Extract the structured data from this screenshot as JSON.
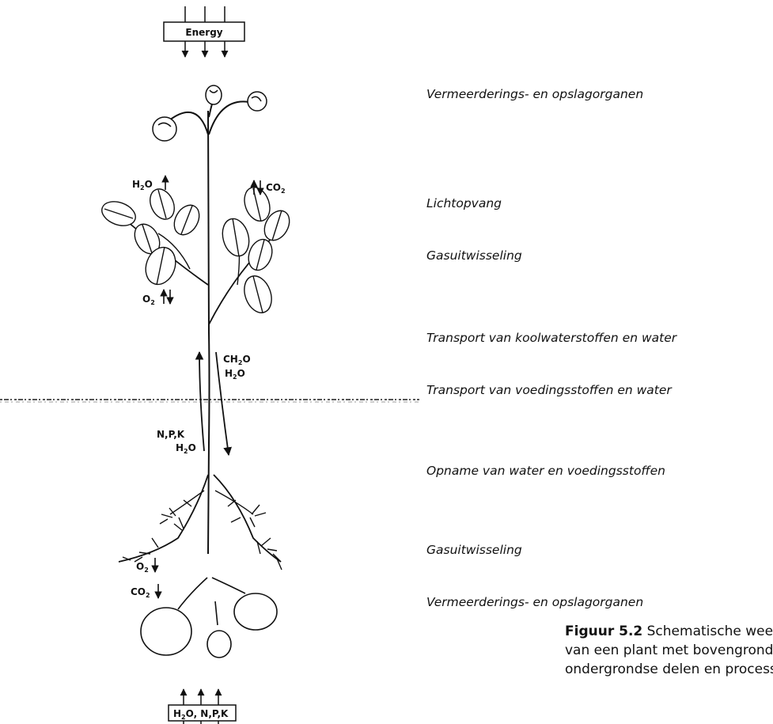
{
  "energy_box": "Energy",
  "labels": {
    "h2o_top": "H",
    "h2o_top_sub": "2",
    "h2o_top_o": "O",
    "co2_top": "CO",
    "co2_top_sub": "2",
    "o2_top": "O",
    "o2_top_sub": "2",
    "ch2o_c": "CH",
    "ch2o_sub": "2",
    "ch2o_o": "O",
    "h2o_mid": "H",
    "h2o_mid_sub": "2",
    "h2o_mid_o": "O",
    "npk": "N,P,K",
    "h2o_low": "H",
    "h2o_low_sub": "2",
    "h2o_low_o": "O",
    "o2_root": "O",
    "o2_root_sub": "2",
    "co2_root": "CO",
    "co2_root_sub": "2"
  },
  "bottom_box": {
    "h": "H",
    "sub": "2",
    "rest": "O,  N,P,K"
  },
  "descriptions": [
    "Vermeerderings- en opslagorganen",
    "Lichtopvang",
    "Gasuitwisseling",
    "Transport van koolwaterstoffen en water",
    "Transport van voedingsstoffen en water",
    "Opname van water en voedingsstoffen",
    "Gasuitwisseling",
    "Vermeerderings- en opslagorganen"
  ],
  "caption": {
    "figure_label": "Figuur 5.2",
    "line1": "Schematische weergave",
    "line2": "van een plant met bovengrondse en",
    "line3": "ondergrondse delen en processen"
  }
}
